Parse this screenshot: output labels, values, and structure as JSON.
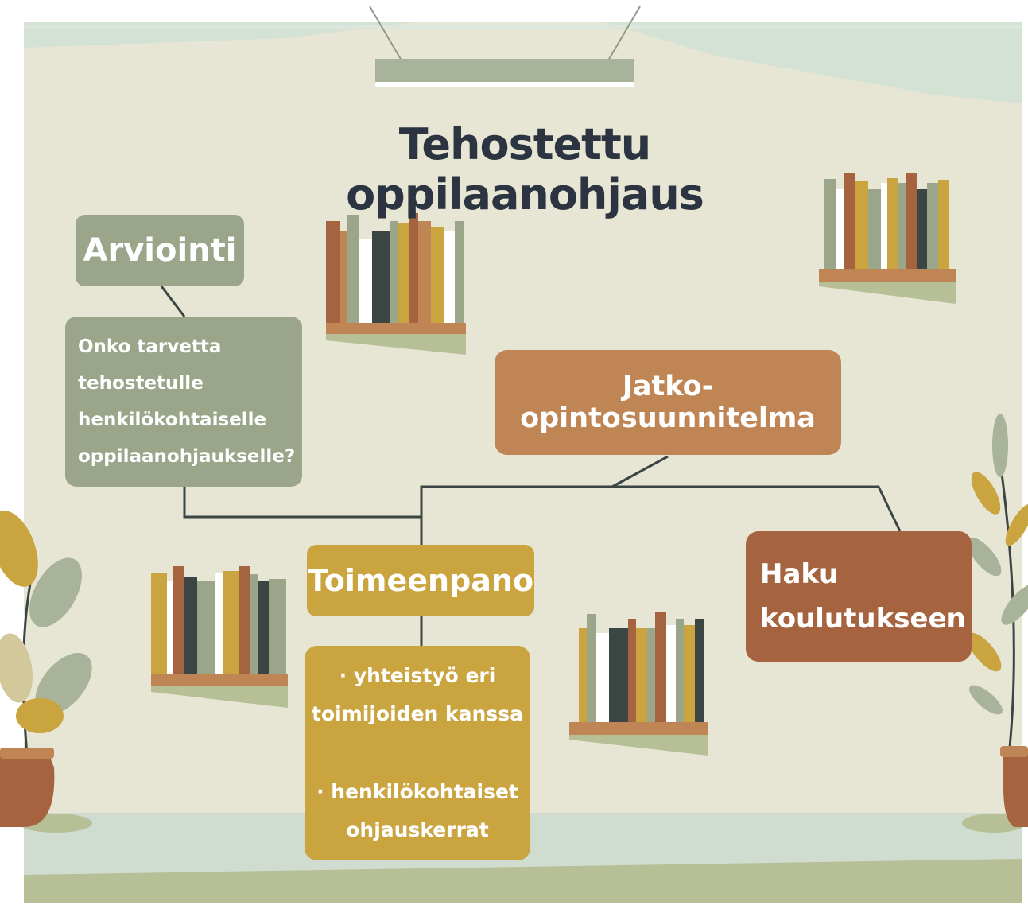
{
  "title": "Tehostettu oppilaanohjaus",
  "nodes": {
    "arviointi": {
      "label": "Arviointi"
    },
    "arviointi_question": {
      "text": "Onko tarvetta\ntehostetulle\nhenkilökohtaiselle\noppilaanohjaukselle?"
    },
    "jatko": {
      "label": "Jatko-opintosuunnitelma"
    },
    "haku": {
      "label": "Haku\nkoulutukseen"
    },
    "toimeenpano": {
      "label": "Toimeenpano"
    },
    "toimeenpano_items": {
      "item1": "·    yhteistyö eri\ntoimijoiden kanssa",
      "item2": "· henkilökohtaiset\nohjauskerrat"
    }
  },
  "colors": {
    "background": "#e7e5d4",
    "band": "#d4e2d6",
    "floor": "#ccd8cc",
    "title": "#2b3440",
    "sage": "#9aa58a",
    "tan": "#bf8554",
    "rust": "#a5643f",
    "gold": "#c9a43f",
    "line": "#3a4544"
  }
}
